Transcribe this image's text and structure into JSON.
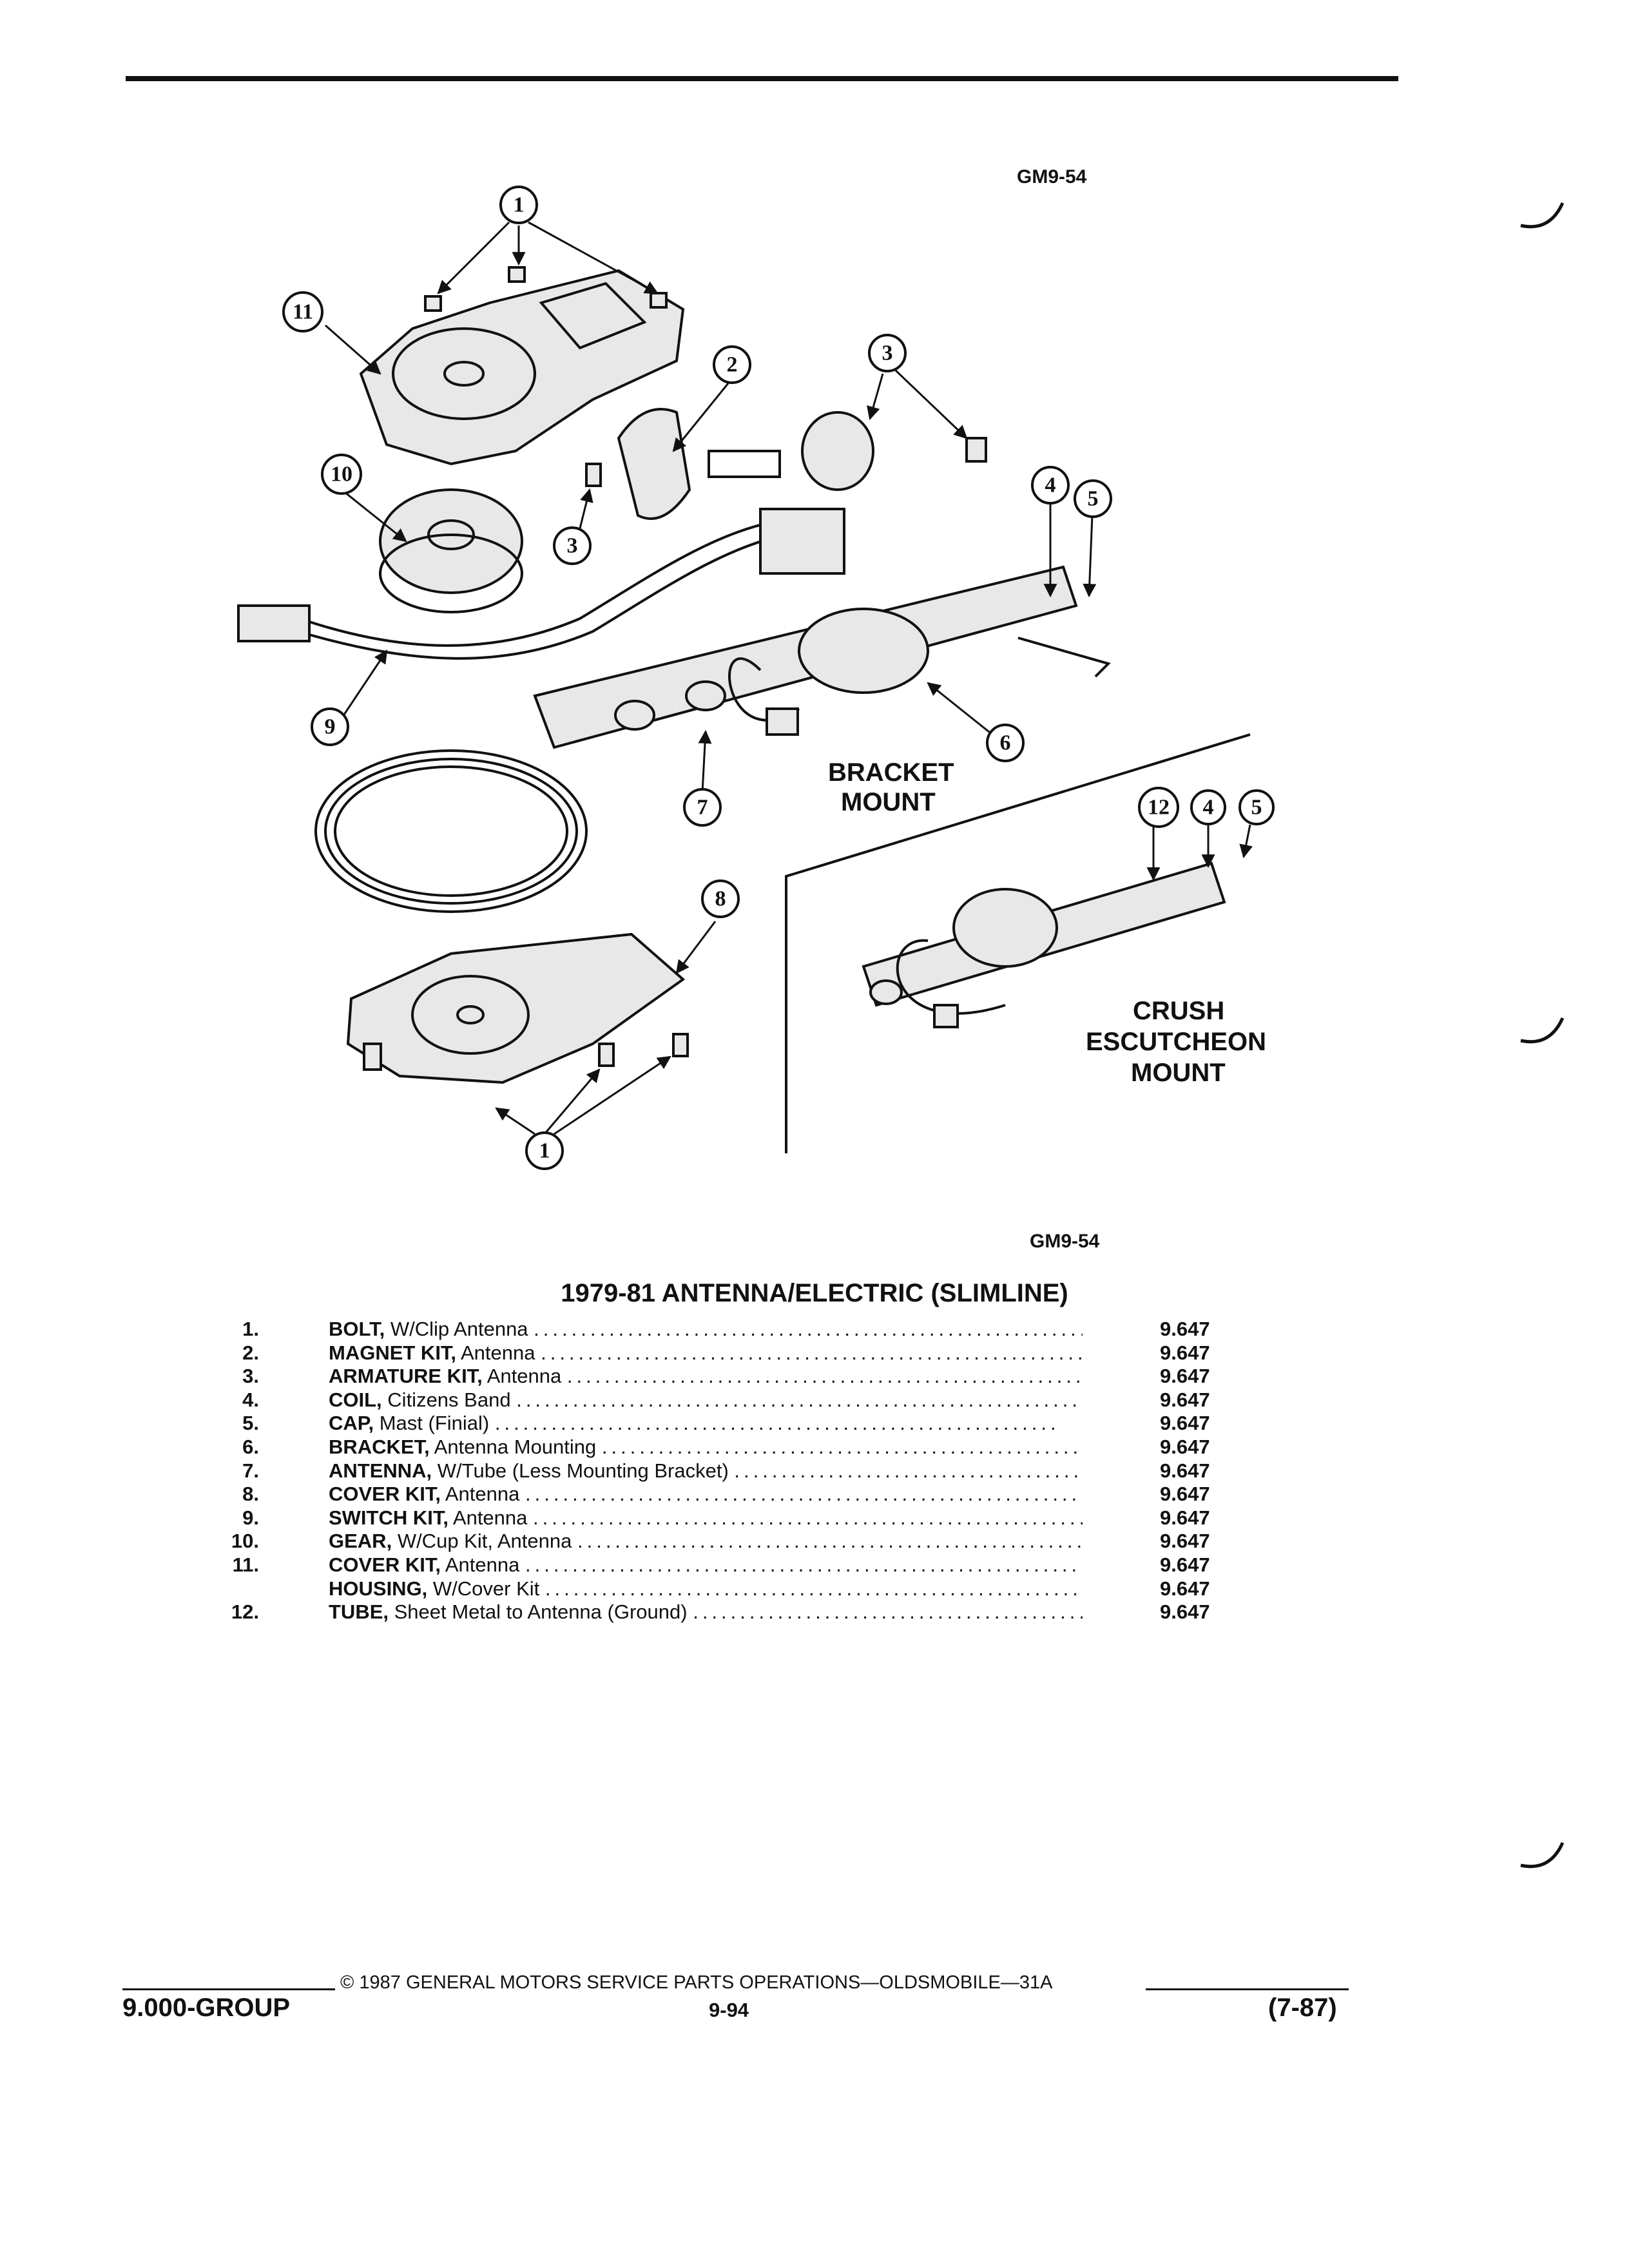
{
  "figure": {
    "id_top": "GM9-54",
    "id_bottom": "GM9-54",
    "label_bracket": [
      "BRACKET",
      "MOUNT"
    ],
    "label_crush": [
      "CRUSH",
      "ESCUTCHEON",
      "MOUNT"
    ],
    "callouts": {
      "c1a": "1",
      "c11": "11",
      "c2": "2",
      "c3a": "3",
      "c3b": "3",
      "c10": "10",
      "c4a": "4",
      "c5a": "5",
      "c6": "6",
      "c7": "7",
      "c9": "9",
      "c8": "8",
      "c1b": "1",
      "c12": "12",
      "c4b": "4",
      "c5b": "5"
    }
  },
  "title": "1979-81 ANTENNA/ELECTRIC (SLIMLINE)",
  "parts": [
    {
      "num": "1.",
      "name": "BOLT,",
      "desc": "W/Clip Antenna",
      "code": "9.647"
    },
    {
      "num": "2.",
      "name": "MAGNET KIT,",
      "desc": "Antenna",
      "code": "9.647"
    },
    {
      "num": "3.",
      "name": "ARMATURE KIT,",
      "desc": "Antenna",
      "code": "9.647"
    },
    {
      "num": "4.",
      "name": "COIL,",
      "desc": "Citizens Band",
      "code": "9.647"
    },
    {
      "num": "5.",
      "name": "CAP,",
      "desc": "Mast (Finial)",
      "code": "9.647"
    },
    {
      "num": "6.",
      "name": "BRACKET,",
      "desc": "Antenna Mounting",
      "code": "9.647"
    },
    {
      "num": "7.",
      "name": "ANTENNA,",
      "desc": "W/Tube (Less Mounting Bracket)",
      "code": "9.647"
    },
    {
      "num": "8.",
      "name": "COVER KIT,",
      "desc": "Antenna",
      "code": "9.647"
    },
    {
      "num": "9.",
      "name": "SWITCH KIT,",
      "desc": "Antenna",
      "code": "9.647"
    },
    {
      "num": "10.",
      "name": "GEAR,",
      "desc": "W/Cup Kit, Antenna",
      "code": "9.647"
    },
    {
      "num": "11.",
      "name": "COVER KIT,",
      "desc": "Antenna",
      "code": "9.647"
    },
    {
      "num": "",
      "name": "HOUSING,",
      "desc": "W/Cover Kit",
      "code": "9.647"
    },
    {
      "num": "12.",
      "name": "TUBE,",
      "desc": "Sheet Metal to Antenna (Ground)",
      "code": "9.647"
    }
  ],
  "footer": {
    "copyright": "© 1987 GENERAL MOTORS SERVICE PARTS OPERATIONS—OLDSMOBILE—31A",
    "group": "9.000-GROUP",
    "page": "9-94",
    "date": "(7-87)"
  }
}
